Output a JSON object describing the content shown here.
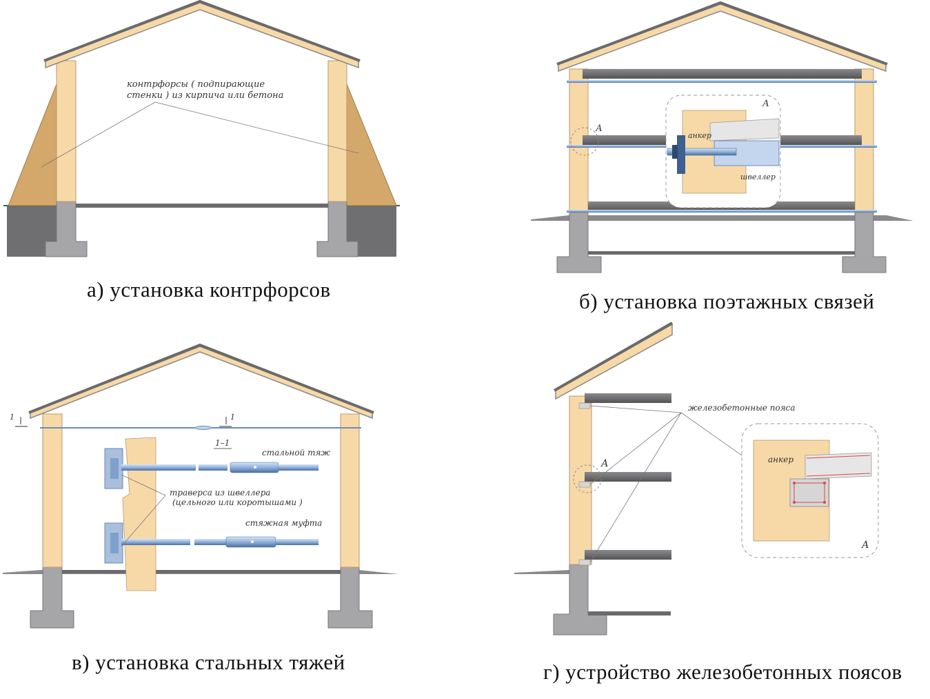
{
  "panels": {
    "a": {
      "caption": "а) установка контрфорсов",
      "label_line1": "контрфорсы ( подпирающие",
      "label_line2": "стенки ) из кирпича или бетона"
    },
    "b": {
      "caption": "б) установка поэтажных связей",
      "detail_mark": "А",
      "detail_mark_inset": "А",
      "label_anchor": "анкер",
      "label_channel": "швеллер"
    },
    "c": {
      "caption": "в) установка стальных тяжей",
      "section_mark_left": "1",
      "section_mark_right": "1",
      "section_title": "1–1",
      "label_rod": "стальной тяж",
      "label_traverse_line1": "траверса из швеллера",
      "label_traverse_line2": "(цельного или коротышами )",
      "label_coupling": "стяжная муфта"
    },
    "d": {
      "caption": "г) устройство железобетонных поясов",
      "label_belts": "железобетонные пояса",
      "label_anchor": "анкер",
      "detail_mark": "А",
      "detail_mark_inset": "А"
    }
  },
  "colors": {
    "wall": "#f7d9a8",
    "buttress": "#d4a86a",
    "foundation": "#a6a6a8",
    "ground": "#7a7a7c",
    "roof": "#f7d9a8",
    "slab": "#6b6b6d",
    "steel": "#8fb0dc"
  }
}
